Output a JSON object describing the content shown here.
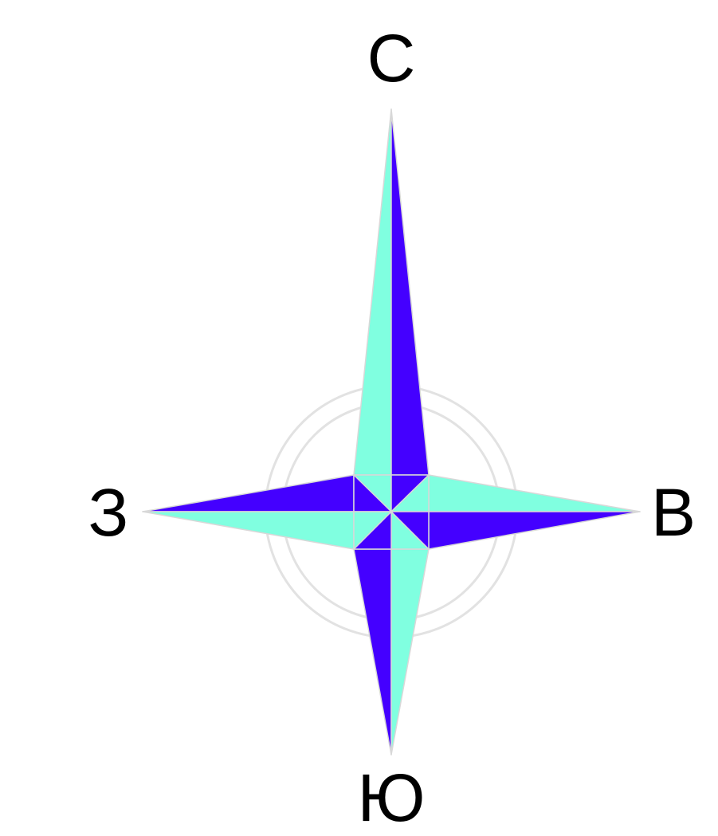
{
  "compass": {
    "labels": {
      "north": "С",
      "east": "В",
      "south": "Ю",
      "west": "З"
    },
    "colors": {
      "dark": "#4400FF",
      "light": "#80FFE0",
      "outline": "#D8D8D8",
      "ring": "#E2E2E2",
      "text": "#000000"
    }
  }
}
